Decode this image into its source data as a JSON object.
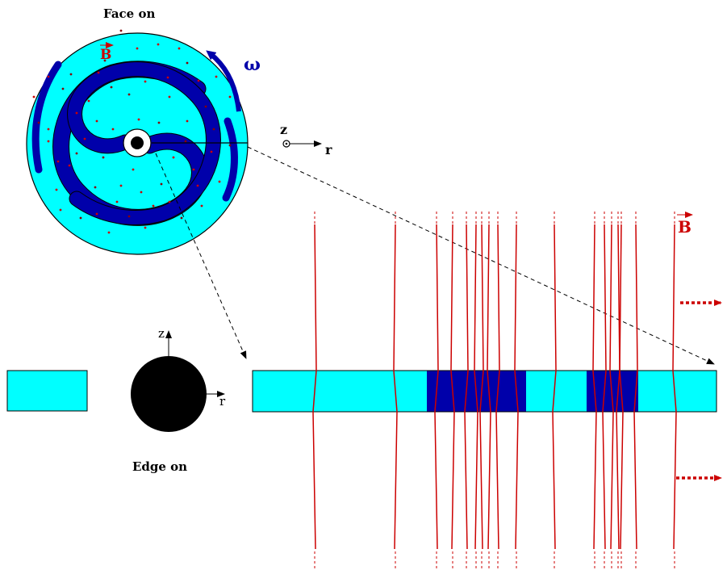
{
  "labels": {
    "face_on": "Face on",
    "edge_on": "Edge on",
    "omega": "ω",
    "b_disk": "B",
    "b_right": "B",
    "axis_z_top": "z",
    "axis_r_top": "r",
    "axis_z_bottom": "z",
    "axis_r_bottom": "r"
  },
  "colors": {
    "disk_fill": "#00ffff",
    "spiral_arm": "#0000aa",
    "field_line": "#cc0000",
    "rotation_arrow": "#0000aa",
    "black_hole": "#000000"
  }
}
